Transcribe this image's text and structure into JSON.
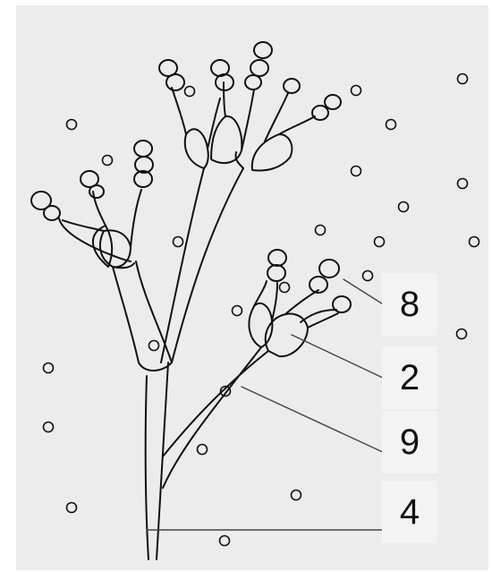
{
  "labels": {
    "l8": "8",
    "l2": "2",
    "l9": "9",
    "l4": "4"
  },
  "colors": {
    "panel": "#ececec",
    "label_box": "#f3f3f3",
    "stroke": "#111111"
  }
}
